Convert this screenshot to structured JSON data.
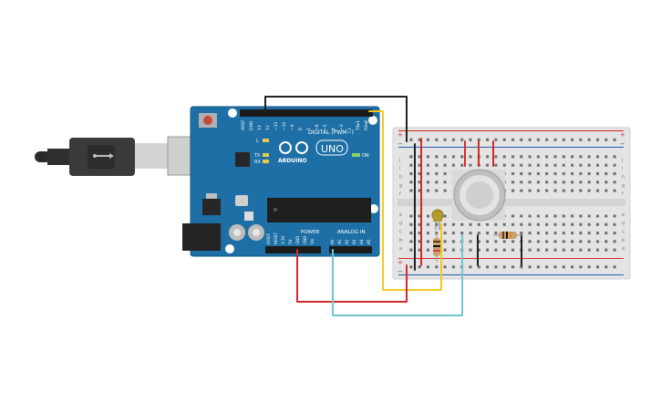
{
  "board": {
    "model_label": "UNO",
    "brand_label": "ARDUINO",
    "digital_label": "DIGITAL (PWM~)",
    "power_label": "POWER",
    "analog_label": "ANALOG IN",
    "on_label": "ON",
    "l_label": "L",
    "tx_label": "TX",
    "rx_label": "RX",
    "top_pin_labels": [
      "AREF",
      "GND",
      "13",
      "12",
      "~11",
      "~10",
      "~9",
      "8",
      "7",
      "~6",
      "~5",
      "4",
      "~3",
      "2",
      "TX▸1",
      "RX◂0"
    ],
    "power_pin_labels": [
      "IOREF",
      "RESET",
      "3.3V",
      "5V",
      "GND",
      "GND",
      "Vin"
    ],
    "analog_pin_labels": [
      "A0",
      "A1",
      "A2",
      "A3",
      "A4",
      "A5"
    ]
  },
  "breadboard": {
    "row_letters_top": [
      "j",
      "i",
      "h",
      "g",
      "f"
    ],
    "row_letters_bottom": [
      "e",
      "d",
      "c",
      "b",
      "a"
    ],
    "rail_signs": [
      "+",
      "−"
    ]
  },
  "colors": {
    "board": "#1d6fa5",
    "board_edge": "#155a88",
    "breadboard": "#e4e4e4",
    "wire_black": "#222222",
    "wire_red": "#d42a2a",
    "wire_yellow": "#f2c81c",
    "wire_cyan": "#6cc7cf"
  }
}
